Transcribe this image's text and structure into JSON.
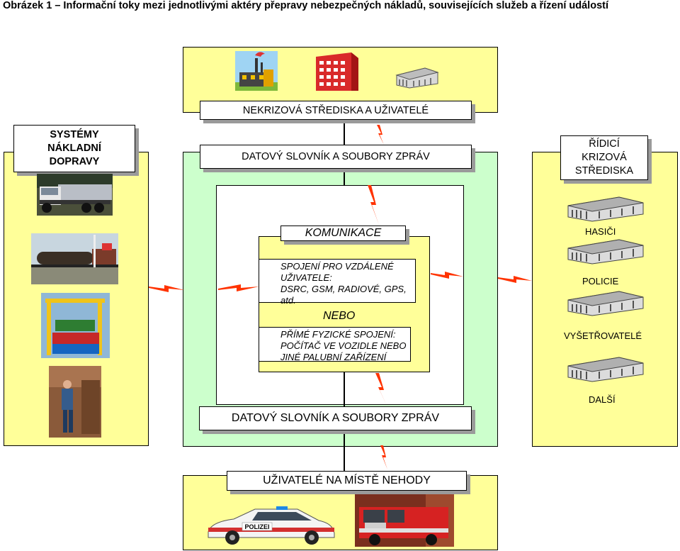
{
  "caption": "Obrázek 1 – Informační toky mezi jednotlivými aktéry přepravy nebezpečných nákladů, souvisejících služeb a řízení událostí",
  "top_box": {
    "title": "NEKRIZOVÁ STŘEDISKA A UŽIVATELÉ",
    "icons": [
      "factory-icon",
      "office-building-icon",
      "warehouse-icon"
    ]
  },
  "left_box": {
    "title": "SYSTÉMY NÁKLADNÍ DOPRAVY",
    "line1": "SYSTÉMY",
    "line2": "NÁKLADNÍ",
    "line3": "DOPRAVY",
    "images": [
      "tanker-truck-photo",
      "tank-rail-cars-photo",
      "container-crane-photo",
      "warehouse-worker-photo"
    ]
  },
  "center": {
    "data_dict_top": "DATOVÝ SLOVNÍK A SOUBORY ZPRÁV",
    "communication": "KOMUNIKACE",
    "remote": {
      "l1": "SPOJENÍ PRO VZDÁLENÉ",
      "l2": "UŽIVATELE:",
      "l3": "DSRC, GSM, RADIOVÉ, GPS,",
      "l4": "atd."
    },
    "or": "NEBO",
    "direct": {
      "l1": "PŘÍMÉ FYZICKÉ SPOJENÍ:",
      "l2": "POČÍTAČ VE VOZIDLE NEBO",
      "l3": "JINÉ PALUBNÍ ZAŘÍZENÍ"
    },
    "data_dict_bottom": "DATOVÝ SLOVNÍK A SOUBORY ZPRÁV"
  },
  "right_box": {
    "title_l1": "ŘÍDICÍ",
    "title_l2": "KRIZOVÁ",
    "title_l3": "STŘEDISKA",
    "items": [
      "HASIČI",
      "POLICIE",
      "VYŠETŘOVATELÉ",
      "DALŠÍ"
    ]
  },
  "bottom_box": {
    "title": "UŽIVATELÉ NA MÍSTĚ NEHODY",
    "police_car_text": "POLIZEI",
    "images": [
      "police-car-photo",
      "fire-truck-photo"
    ]
  },
  "colors": {
    "yellow": "#ffff99",
    "green": "#ccffcc",
    "lightning": "#ff3300",
    "shadow": "#9a9a9a"
  }
}
